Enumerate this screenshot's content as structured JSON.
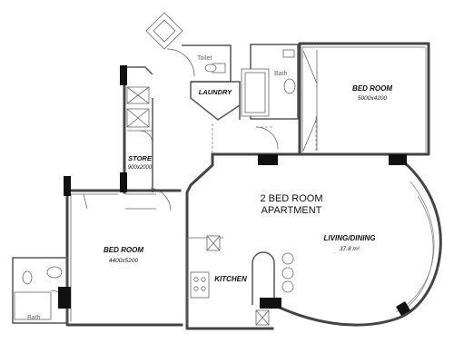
{
  "plan": {
    "title_line1": "2 BED ROOM",
    "title_line2": "APARTMENT",
    "rooms": {
      "bedroom_top": {
        "name": "BED ROOM",
        "dims": "5000x4200"
      },
      "bedroom_left": {
        "name": "BED ROOM",
        "dims": "4400x5200"
      },
      "store": {
        "name": "STORE",
        "dims": "900x2000"
      },
      "laundry": {
        "name": "LAUNDRY"
      },
      "toilet": {
        "name": "Toilet"
      },
      "bath_top": {
        "name": "Bath"
      },
      "bath_left": {
        "name": "Bath"
      },
      "kitchen": {
        "name": "KITCHEN"
      },
      "living": {
        "name": "LIVING/DINING",
        "area": "37.8 m²"
      }
    }
  }
}
